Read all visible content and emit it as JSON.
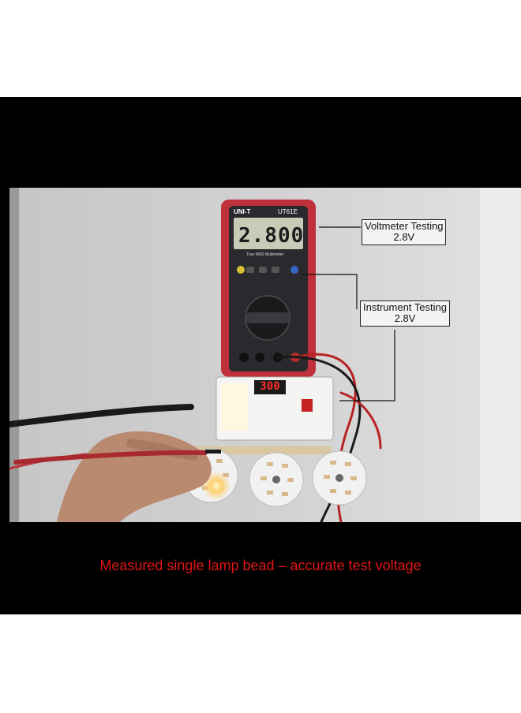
{
  "meter": {
    "brand": "UNI-T",
    "model": "UT61E",
    "display_value": "2.800",
    "subtitle": "True RMS Multimeter"
  },
  "tester": {
    "display_value": "300"
  },
  "annotations": {
    "voltmeter": {
      "line1": "Voltmeter Testing",
      "line2": "2.8V"
    },
    "instrument": {
      "line1": "Instrument Testing",
      "line2": "2.8V"
    }
  },
  "caption": "Measured single lamp bead – accurate test voltage",
  "colors": {
    "caption": "#e01616",
    "meter_body": "#c0303a",
    "tester_display": "#ff2a2a"
  }
}
